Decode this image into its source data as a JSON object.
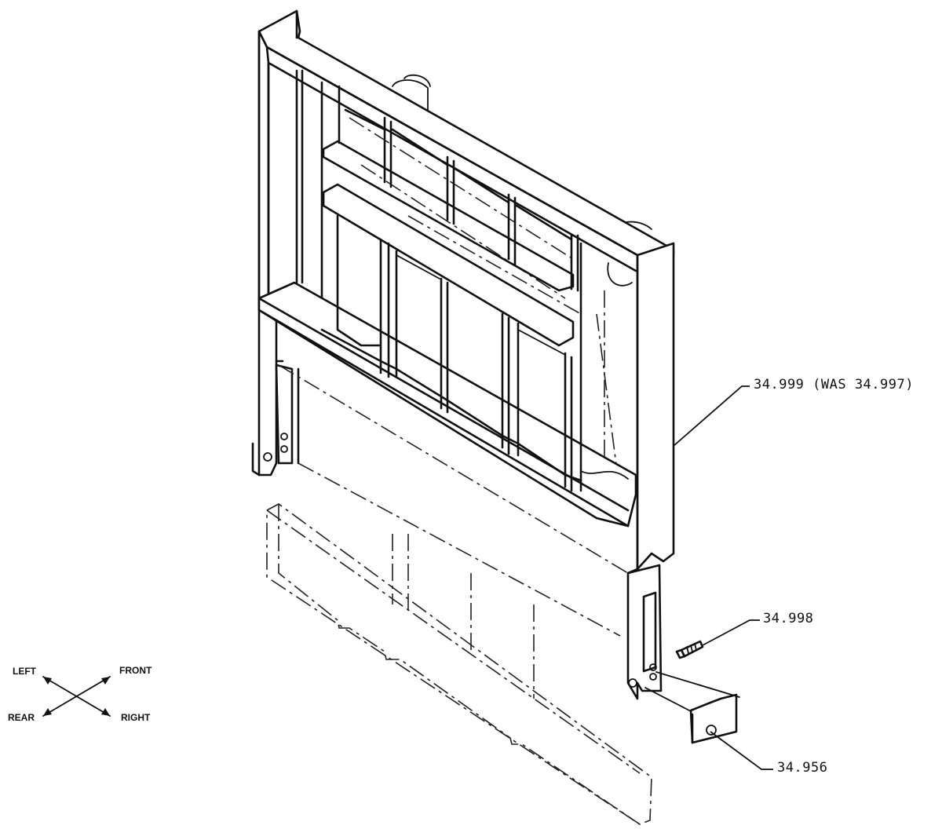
{
  "callouts": {
    "frame": "34.999 (WAS 34.997)",
    "screw": "34.998",
    "bracket": "34.956"
  },
  "directions": {
    "left": "LEFT",
    "front": "FRONT",
    "rear": "REAR",
    "right": "RIGHT"
  },
  "colors": {
    "line": "#111111",
    "background": "#ffffff"
  }
}
